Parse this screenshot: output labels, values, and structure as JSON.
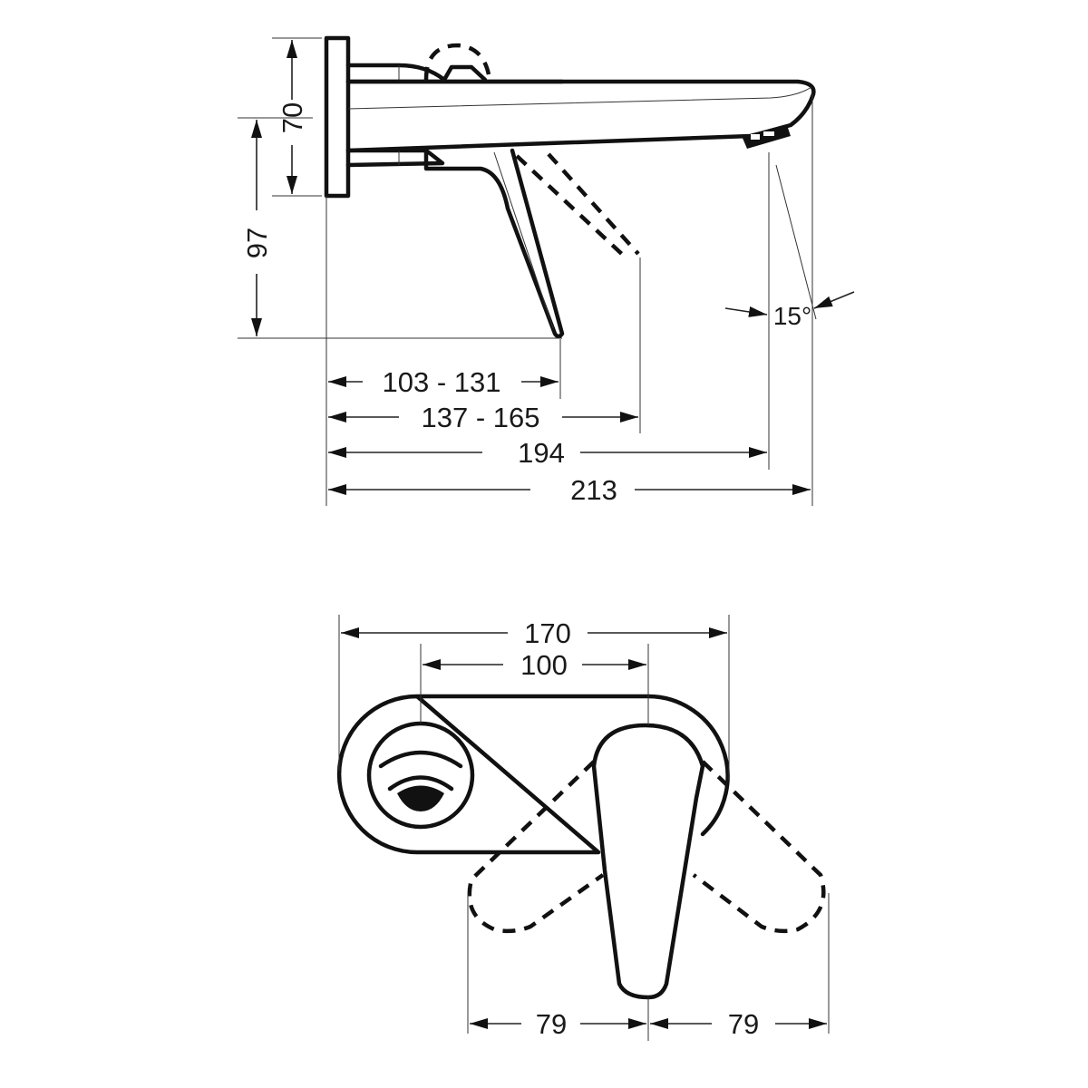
{
  "drawing": {
    "type": "technical-dimension-drawing",
    "subject": "wall-mounted single lever basin mixer",
    "units": "mm"
  },
  "side_view": {
    "dimensions": {
      "rosette_height": "70",
      "lever_tip_height": "97",
      "lever_reach_range": "103 - 131",
      "lever_open_reach_range": "137 - 165",
      "aerator_reach": "194",
      "spout_length": "213",
      "spout_angle": "15°"
    }
  },
  "front_view": {
    "dimensions": {
      "plate_width": "170",
      "center_distance": "100",
      "lever_swing_left": "79",
      "lever_swing_right": "79"
    }
  },
  "colors": {
    "line": "#111111",
    "background": "#ffffff"
  }
}
